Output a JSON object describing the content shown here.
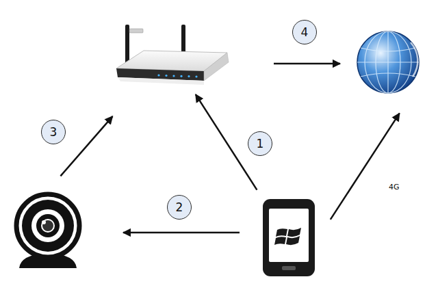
{
  "diagram": {
    "nodes": [
      {
        "text": []
      },
      {
        "text": []
      },
      {
        "text": []
      },
      {
        "text": []
      }
    ],
    "edges": [
      {
        "from": 3,
        "to": 0,
        "arrow": "to",
        "label": "1"
      },
      {
        "from": 3,
        "to": 2,
        "arrow": "to",
        "label": "2"
      },
      {
        "from": 2,
        "to": 0,
        "arrow": "to",
        "label": "3"
      },
      {
        "from": 0,
        "to": 1,
        "arrow": "to",
        "label": "4"
      },
      {
        "from": 3,
        "to": 1,
        "arrow": "to",
        "label": "4G"
      }
    ]
  }
}
